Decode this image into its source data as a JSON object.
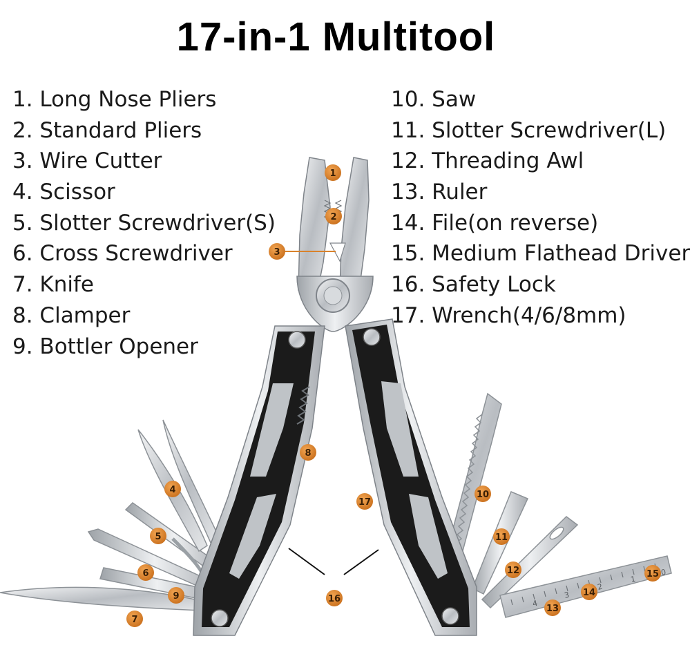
{
  "title": "17-in-1 Multitool",
  "features_left": [
    "1. Long Nose Pliers",
    "2. Standard Pliers",
    "3. Wire Cutter",
    "4. Scissor",
    "5. Slotter Screwdriver(S)",
    "6. Cross Screwdriver",
    "7. Knife",
    "8. Clamper",
    "9. Bottler Opener"
  ],
  "features_right": [
    "10. Saw",
    "11. Slotter Screwdriver(L)",
    "12. Threading Awl",
    "13. Ruler",
    "14. File(on reverse)",
    "15. Medium Flathead Driver",
    "16. Safety Lock",
    "17. Wrench(4/6/8mm)"
  ],
  "callouts": [
    "1",
    "2",
    "3",
    "4",
    "5",
    "6",
    "7",
    "8",
    "9",
    "10",
    "11",
    "12",
    "13",
    "14",
    "15",
    "16",
    "17"
  ],
  "ruler_marks": [
    "0",
    "1",
    "2",
    "3",
    "4"
  ],
  "colors": {
    "badge": "#d9822b",
    "handle": "#1b1b1b",
    "steel": "#c9ccd0"
  }
}
